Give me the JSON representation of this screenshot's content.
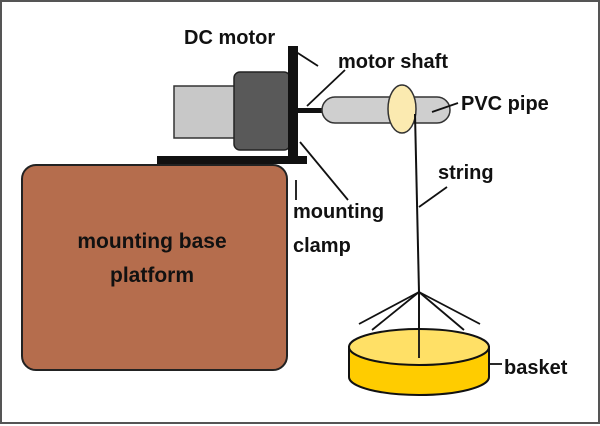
{
  "diagram": {
    "labels": {
      "dc_motor": "DC motor",
      "motor_shaft": "motor shaft",
      "pvc_pipe": "PVC pipe",
      "string": "string",
      "mounting_clamp_line1": "mounting",
      "mounting_clamp_line2": "clamp",
      "base_line1": "mounting base",
      "base_line2": "platform",
      "basket": "basket"
    },
    "colors": {
      "base_fill": "#b56d4d",
      "motor_body": "#c8c8c8",
      "motor_cap": "#595959",
      "clamp": "#111111",
      "pvc_pipe": "#cfcfcf",
      "pulley": "#fbeab0",
      "basket_fill": "#ffcc00",
      "basket_rim": "#ffe066",
      "outline": "#111111",
      "frame": "#555555"
    }
  }
}
